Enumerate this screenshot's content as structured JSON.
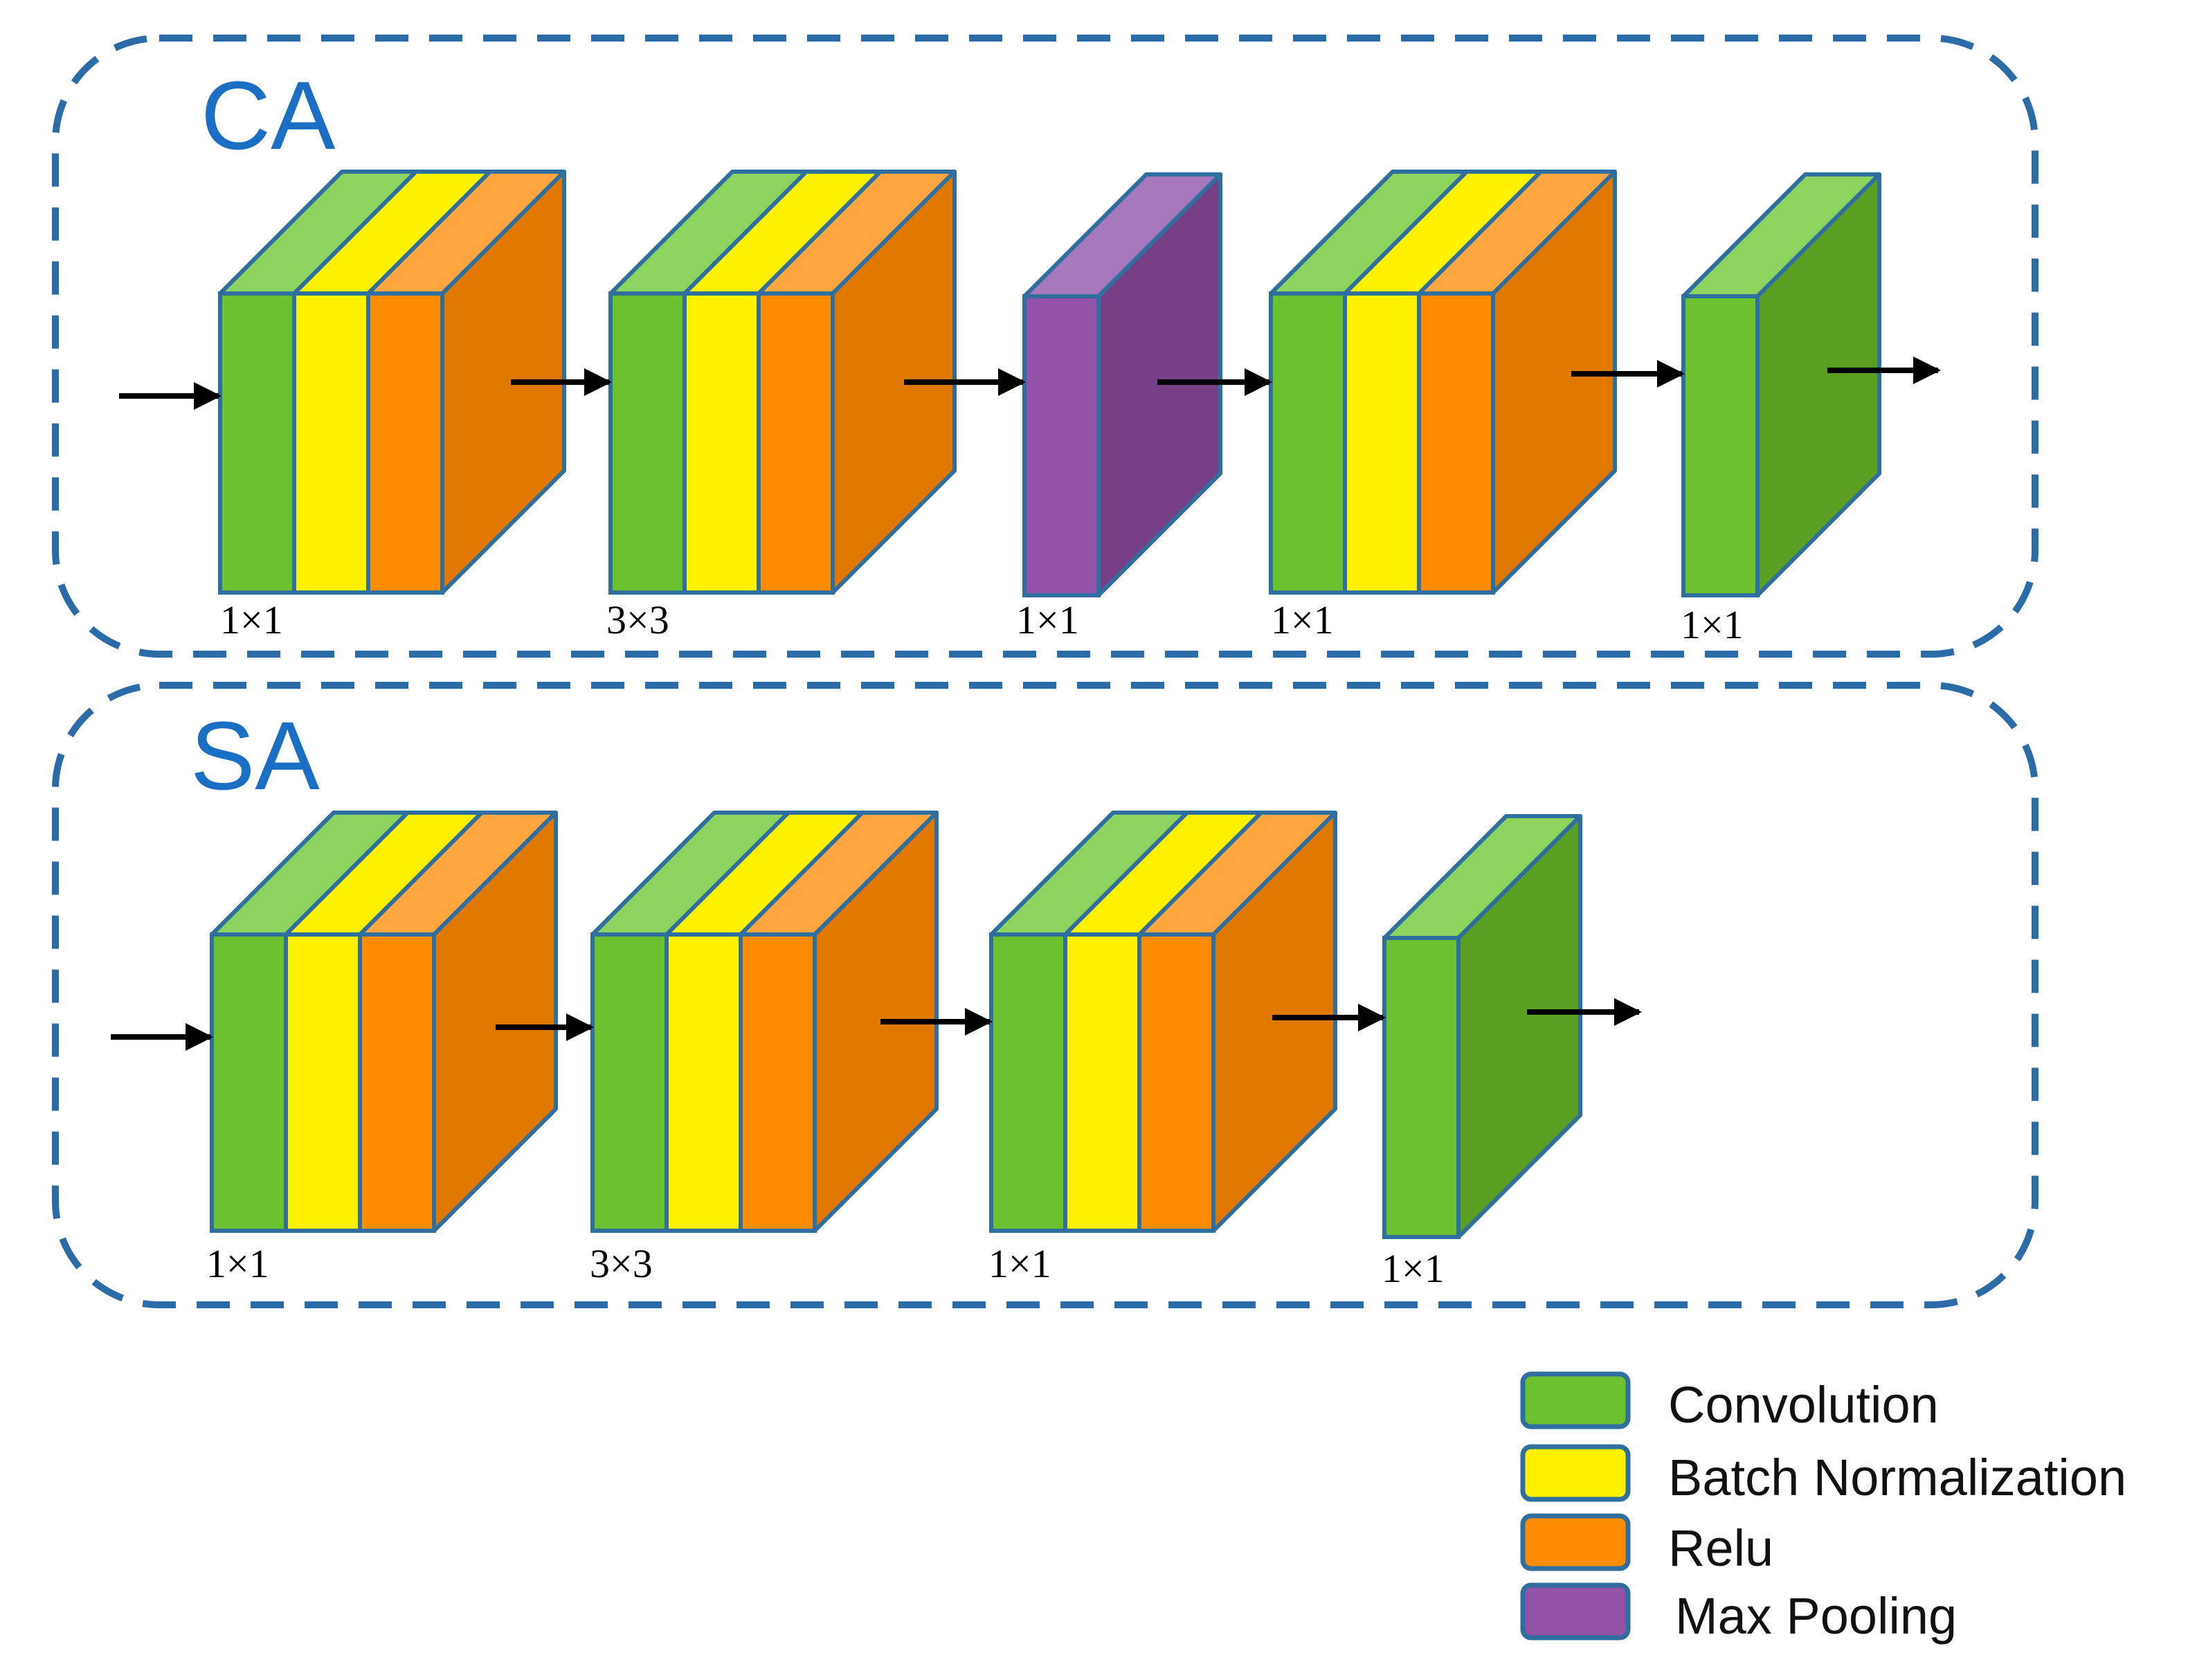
{
  "colors": {
    "panel_border": "#2b6ca8",
    "title": "#1a6fc4",
    "block_edge": "#2f6f9f",
    "conv_front": "#6cc22e",
    "conv_top": "#8dd35f",
    "conv_side": "#5a9e22",
    "bn_front": "#fff200",
    "bn_top": "#fff200",
    "relu_front": "#ff8c00",
    "relu_top": "#ffa640",
    "relu_side": "#e07800",
    "pool_front": "#9252a8",
    "pool_top": "#a878bc",
    "pool_side": "#774086",
    "arrow": "#000000"
  },
  "panels": [
    {
      "title": "CA",
      "blocks": [
        {
          "type": "conv-bn-relu",
          "kernel": "1×1"
        },
        {
          "type": "conv-bn-relu",
          "kernel": "3×3"
        },
        {
          "type": "max-pooling",
          "kernel": "1×1"
        },
        {
          "type": "conv-bn-relu",
          "kernel": "1×1"
        },
        {
          "type": "conv",
          "kernel": "1×1"
        }
      ]
    },
    {
      "title": "SA",
      "blocks": [
        {
          "type": "conv-bn-relu",
          "kernel": "1×1"
        },
        {
          "type": "conv-bn-relu",
          "kernel": "3×3"
        },
        {
          "type": "conv-bn-relu",
          "kernel": "1×1"
        },
        {
          "type": "conv",
          "kernel": "1×1"
        }
      ]
    }
  ],
  "legend": [
    {
      "label": "Convolution",
      "color": "#6cc22e"
    },
    {
      "label": "Batch Normalization",
      "color": "#fff200"
    },
    {
      "label": "Relu",
      "color": "#ff8c00"
    },
    {
      "label": "Max Pooling",
      "color": "#9252a8"
    }
  ]
}
